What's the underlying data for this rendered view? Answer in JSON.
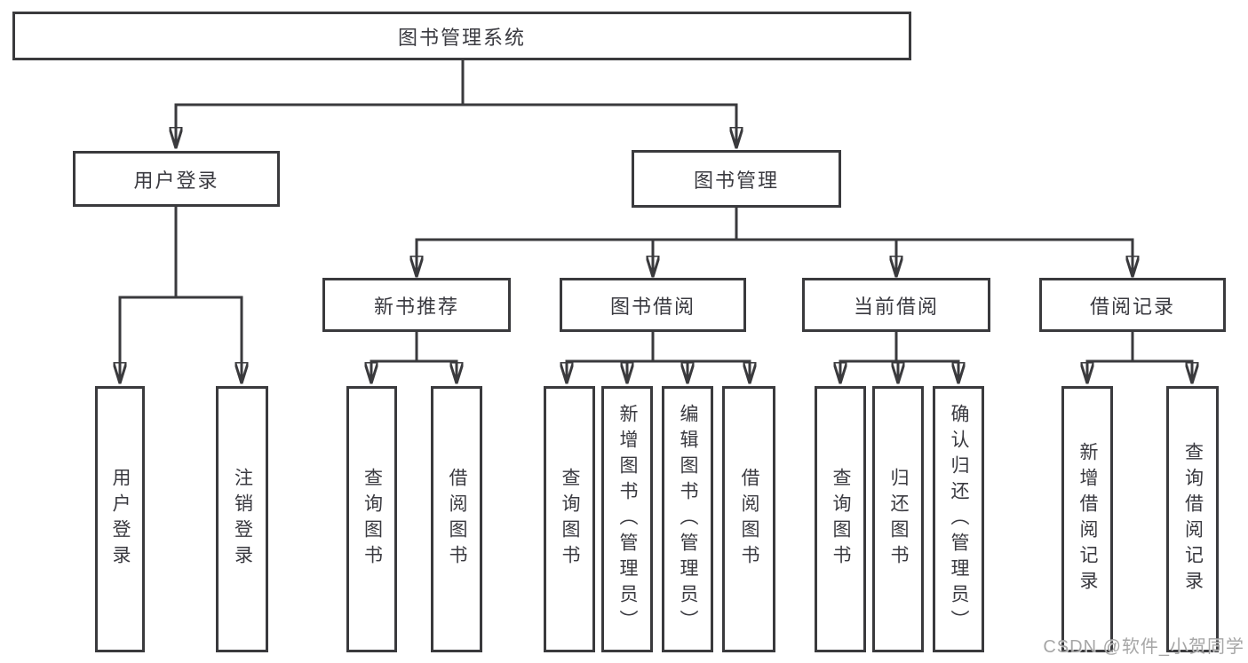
{
  "tree": {
    "root": "图书管理系统",
    "children": [
      {
        "label": "用户登录",
        "children": [
          "用户登录",
          "注销登录"
        ]
      },
      {
        "label": "图书管理",
        "children": [
          {
            "label": "新书推荐",
            "children": [
              "查询图书",
              "借阅图书"
            ]
          },
          {
            "label": "图书借阅",
            "children": [
              "查询图书",
              "新增图书（管理员）",
              "编辑图书（管理员）",
              "借阅图书"
            ]
          },
          {
            "label": "当前借阅",
            "children": [
              "查询图书",
              "归还图书",
              "确认归还（管理员）"
            ]
          },
          {
            "label": "借阅记录",
            "children": [
              "新增借阅记录",
              "查询借阅记录"
            ]
          }
        ]
      }
    ]
  },
  "watermark": "CSDN @软件_小贺同学",
  "colors": {
    "line": "#3a3a3d",
    "text": "#3a3a40",
    "background": "#ffffff",
    "watermark": "#9e9e9e"
  }
}
